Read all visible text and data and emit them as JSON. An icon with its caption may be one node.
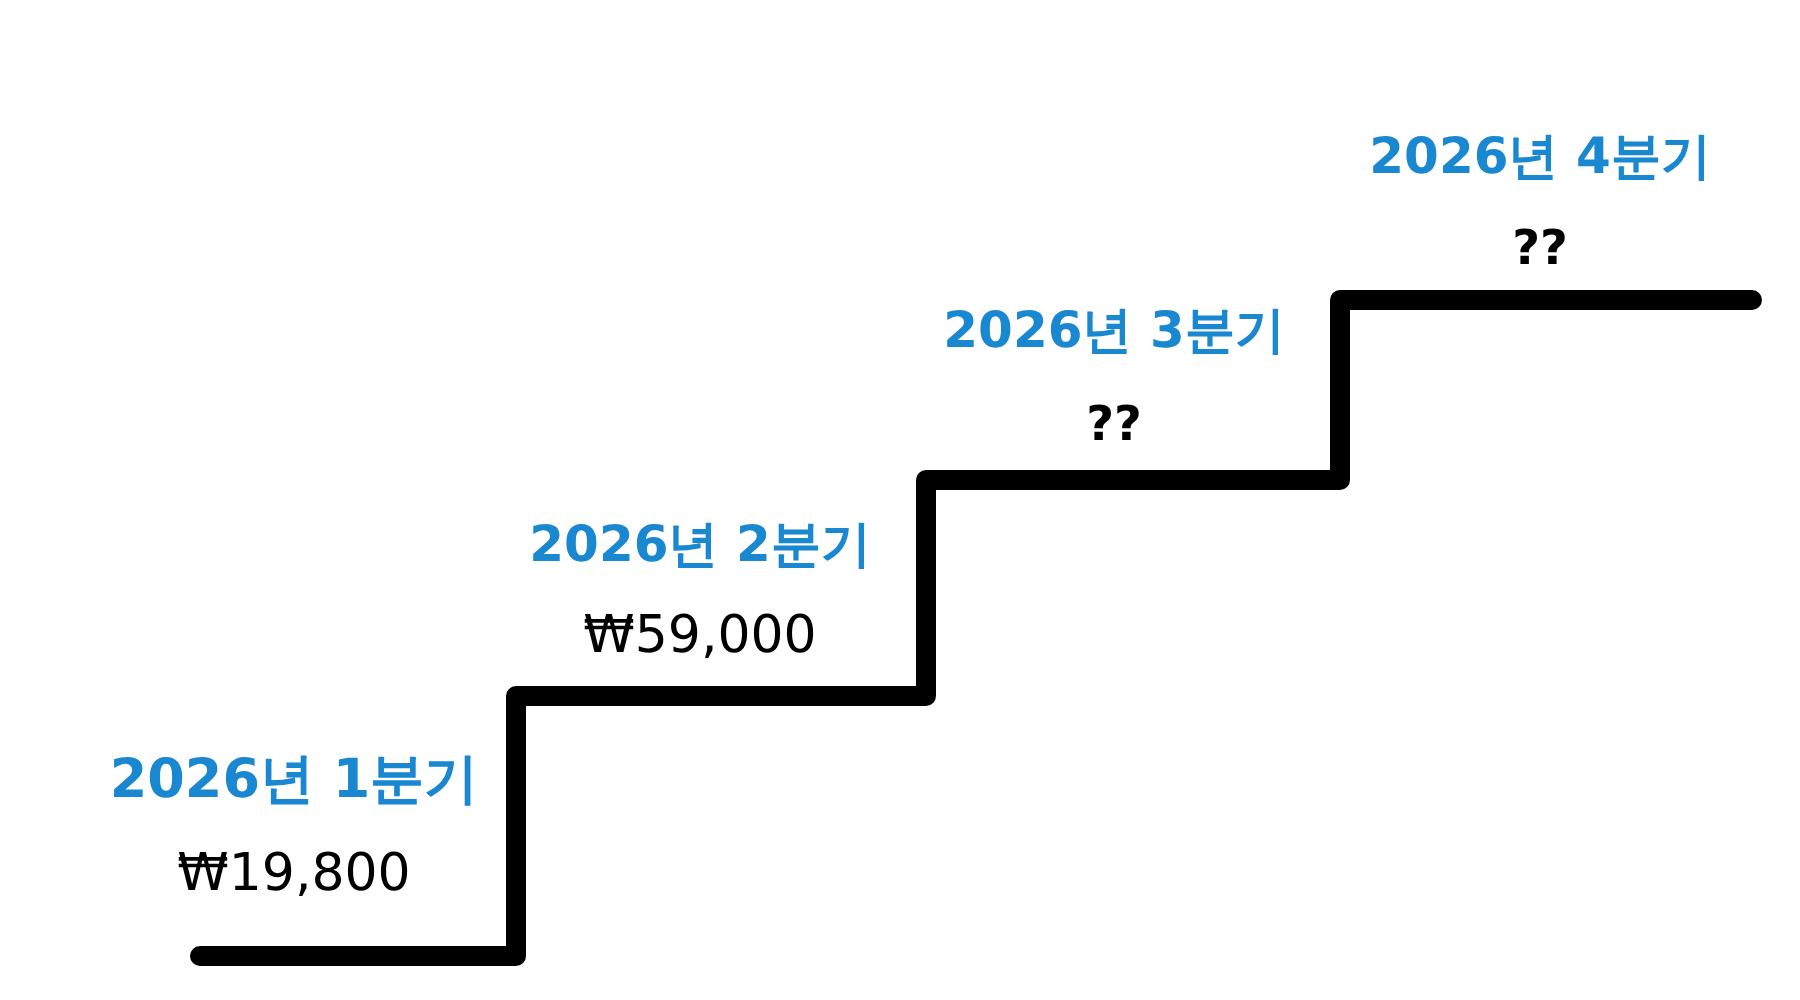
{
  "diagram": {
    "labels": [
      "2026년 1분기",
      "₩19,800",
      "2026년 2분기",
      "₩59,000",
      "2026년 3분기",
      "??",
      "2026년 4분기",
      "??"
    ]
  }
}
